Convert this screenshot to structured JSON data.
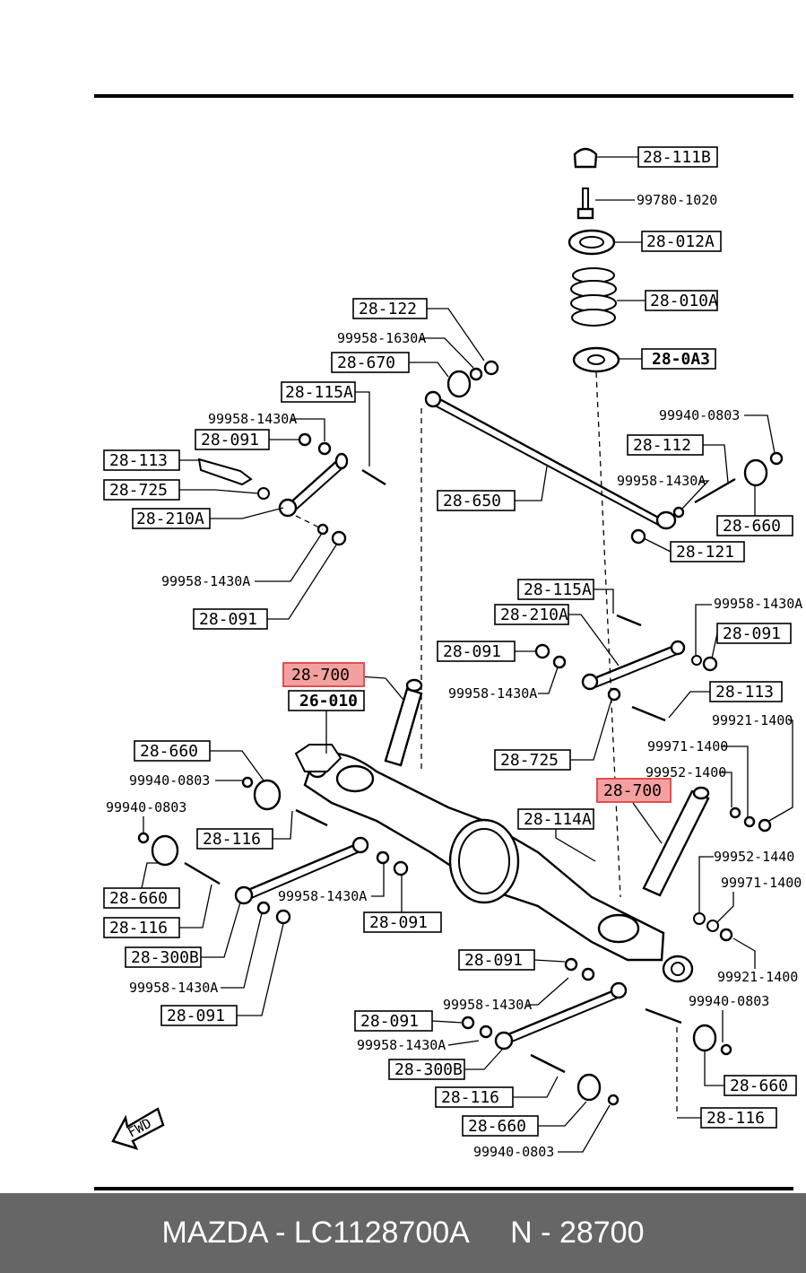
{
  "diagram": {
    "callouts": [
      "28-111B",
      "99780-1020",
      "28-012A",
      "28-010A",
      "28-0A3",
      "28-122",
      "99958-1630A",
      "28-670",
      "28-115A",
      "99958-1430A",
      "28-091",
      "28-113",
      "28-725",
      "28-210A",
      "99958-1430A",
      "28-091",
      "99940-0803",
      "28-112",
      "99958-1430A",
      "28-650",
      "28-660",
      "28-121",
      "28-115A",
      "28-210A",
      "99958-1430A",
      "28-091",
      "28-091",
      "99958-1430A",
      "28-700",
      "26-010",
      "28-113",
      "99921-1400",
      "28-660",
      "99940-0803",
      "28-725",
      "99971-1400",
      "99952-1400",
      "99940-0803",
      "28-700",
      "28-114A",
      "28-116",
      "99952-1440",
      "99971-1400",
      "99958-1430A",
      "28-660",
      "28-091",
      "28-116",
      "28-300B",
      "28-091",
      "99921-1400",
      "99958-1430A",
      "28-091",
      "99958-1430A",
      "99940-0803",
      "28-091",
      "99958-1430A",
      "28-300B",
      "28-660",
      "28-116",
      "28-660",
      "28-116",
      "99940-0803"
    ],
    "fwd_label": "FWD",
    "highlight_color": "#f4a0a0"
  },
  "footer": {
    "text": "MAZDA - LC1128700A     N - 28700"
  }
}
